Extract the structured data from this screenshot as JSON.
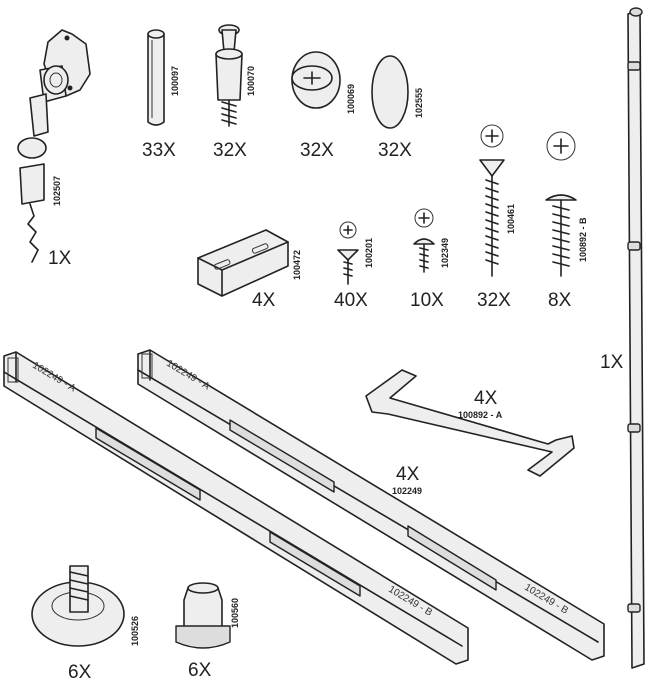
{
  "parts": {
    "lock": {
      "code": "102507",
      "qty": "1X"
    },
    "dowel": {
      "code": "100097",
      "qty": "33X"
    },
    "cam_bolt": {
      "code": "100070",
      "qty": "32X"
    },
    "cam_lock": {
      "code": "100069",
      "qty": "32X"
    },
    "cap": {
      "code": "102555",
      "qty": "32X"
    },
    "bracket": {
      "code": "100472",
      "qty": "4X"
    },
    "screw_small": {
      "code": "100201",
      "qty": "40X"
    },
    "screw_pan": {
      "code": "102349",
      "qty": "10X"
    },
    "screw_long": {
      "code": "100461",
      "qty": "32X"
    },
    "screw_handle": {
      "code": "100892 - B",
      "qty": "8X"
    },
    "handle": {
      "code": "100892 - A",
      "qty": "4X"
    },
    "slides": {
      "code": "102249",
      "qty": "4X",
      "label_a": "102249 - A",
      "label_b": "102249 - B"
    },
    "foot": {
      "code": "100526",
      "qty": "6X"
    },
    "foot_cap": {
      "code": "100560",
      "qty": "6X"
    },
    "rail": {
      "qty": "1X"
    }
  }
}
